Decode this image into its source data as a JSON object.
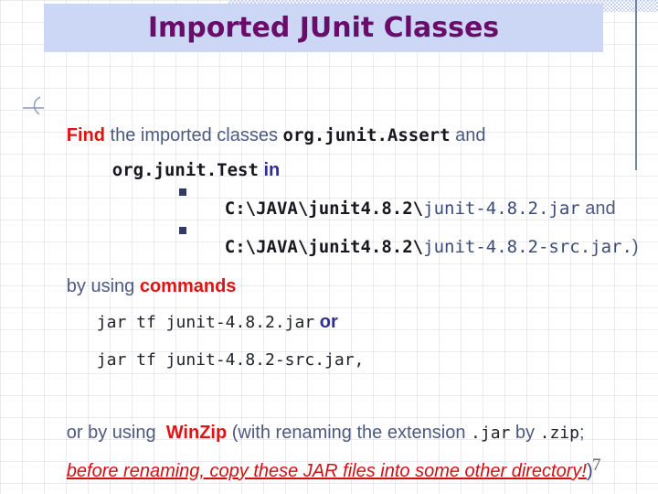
{
  "title": "Imported JUnit Classes",
  "page": {
    "number": "7"
  },
  "colors": {
    "banner_bg": "#ccd7f5",
    "title_text": "#6a0c6a",
    "body_text": "#4d5a7d",
    "accent_red": "#e01212",
    "accent_navy": "#2f2f8f",
    "rule_blue": "#7387a3"
  },
  "content": {
    "find_line": {
      "find": "Find",
      "rest": " the imported classes ",
      "code": "org.junit.Assert",
      "and": " and"
    },
    "test_line": {
      "code": "org.junit.Test",
      "in": " in"
    },
    "jar1": {
      "path_bold": "C:\\JAVA\\junit4.8.2\\",
      "path_rest": "junit-4.8.2.jar",
      "and": " and"
    },
    "jar2": {
      "path_bold": "C:\\JAVA\\junit4.8.2\\",
      "path_rest": "junit-4.8.2-src.jar.",
      "paren": ")"
    },
    "byusing": {
      "pre": "by using ",
      "commands": "commands"
    },
    "cmd1": {
      "code": "jar tf junit-4.8.2.jar",
      "or": " or"
    },
    "cmd2": {
      "code": "jar tf junit-4.8.2-src.jar,"
    },
    "winzip_line": {
      "pre": "or by using  ",
      "winzip": "WinZip",
      "mid": " (with renaming the extension ",
      "jar": ".jar",
      "by": " by ",
      "zip": ".zip",
      "end": ";"
    },
    "warning": {
      "text": "before renaming, copy these JAR files into some other directory!",
      "paren": ")"
    }
  }
}
